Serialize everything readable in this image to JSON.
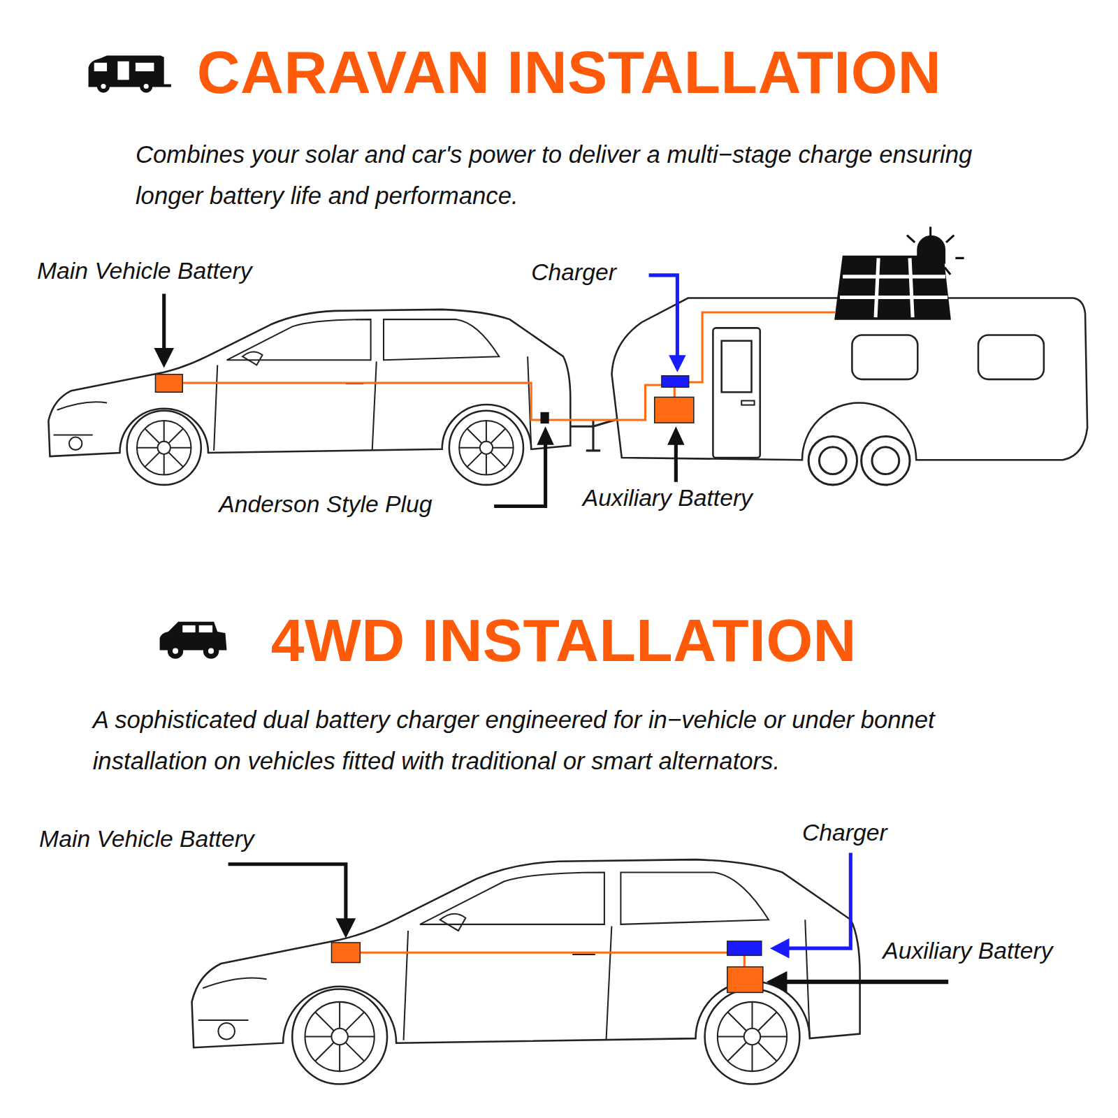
{
  "diagram": {
    "title": "CARAVAN INSTALLATION",
    "labels": [
      "Combines your solar and car's power to deliver a multi−stage charge ensuring longer battery life and performance.",
      "Main Vehicle Battery",
      "Charger",
      "Anderson Style Plug",
      "Auxiliary Battery",
      "4WD INSTALLATION",
      "A sophisticated dual battery charger engineered for in−vehicle or under bonnet installation on vehicles fitted with traditional or smart alternators.",
      "Main Vehicle Battery",
      "Charger",
      "Auxiliary Battery"
    ]
  }
}
